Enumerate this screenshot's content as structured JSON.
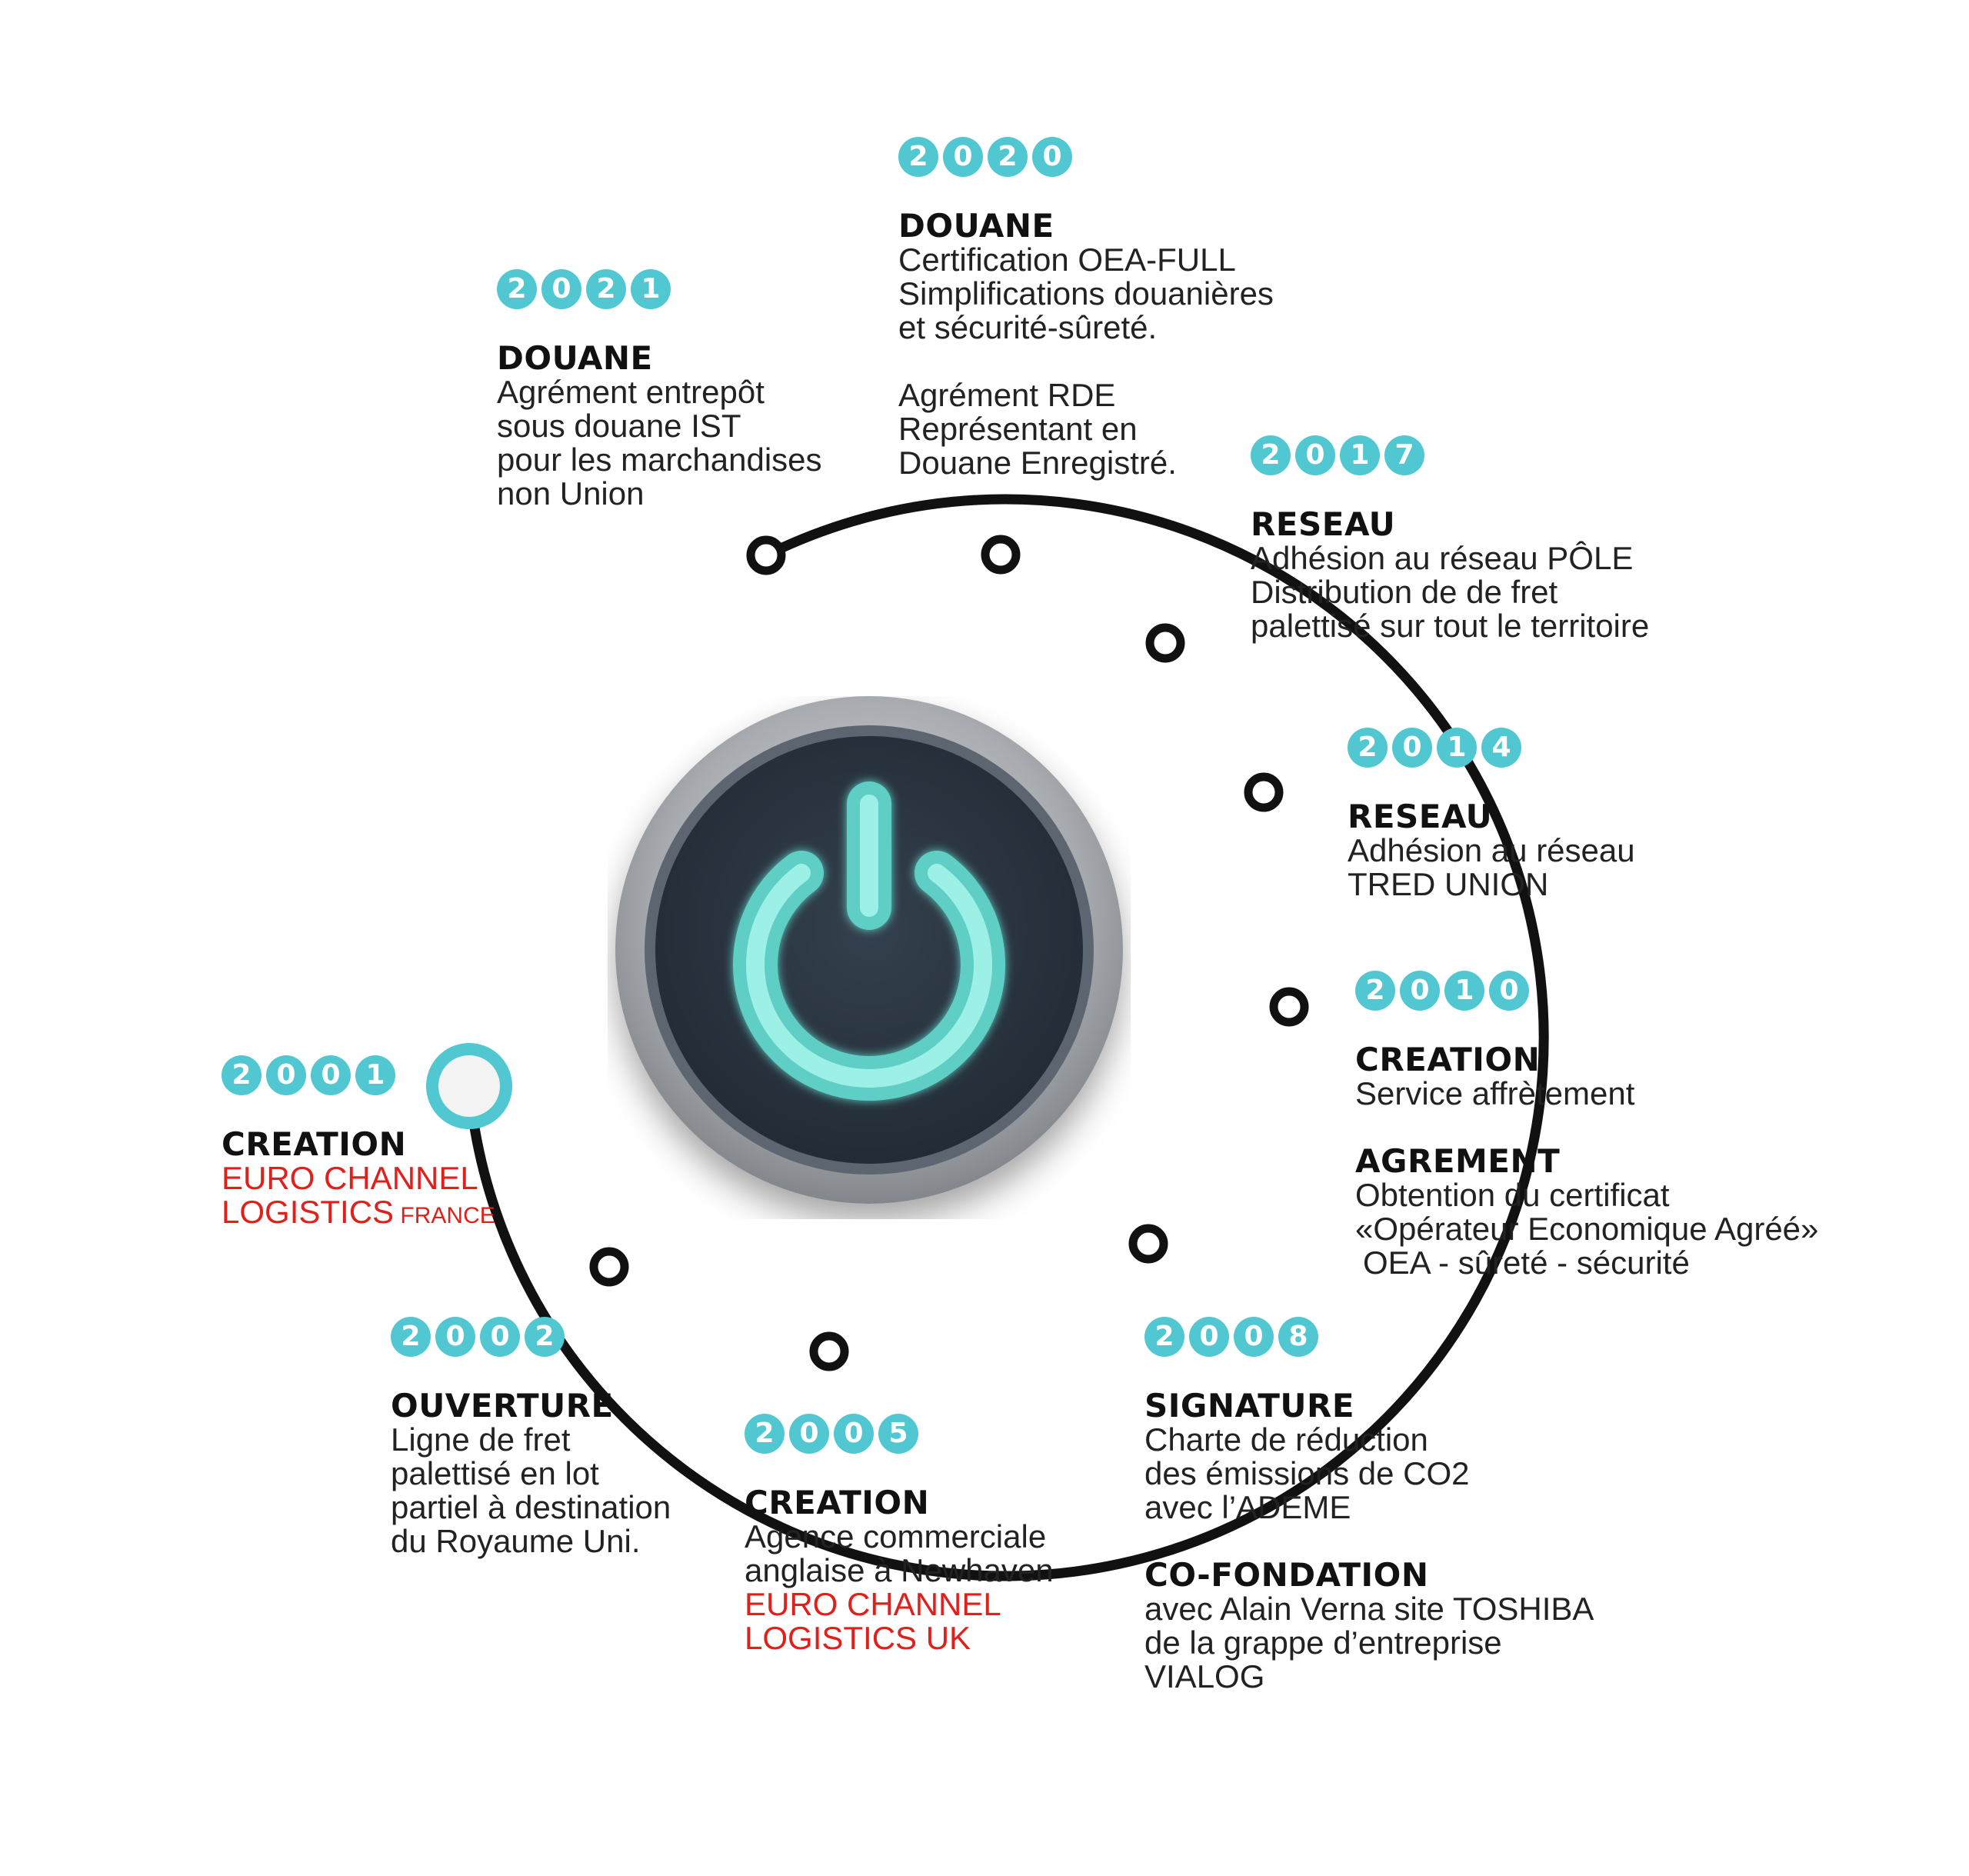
{
  "colors": {
    "year_badge": "#50c7d1",
    "accent_red": "#e1201b",
    "timeline_line": "#111111",
    "power_glow": "#7fe3da",
    "button_face": "#2b3744"
  },
  "icons": {
    "center": "power-icon"
  },
  "events": [
    {
      "year": "2001",
      "sections": [
        {
          "title": "CREATION",
          "lines": [
            {
              "text": "EURO CHANNEL",
              "accent": "red"
            },
            {
              "text": "LOGISTICS",
              "suffix": "FRANCE",
              "accent": "red"
            }
          ]
        }
      ]
    },
    {
      "year": "2002",
      "sections": [
        {
          "title": "OUVERTURE",
          "lines": [
            {
              "text": "Ligne de fret"
            },
            {
              "text": "palettisé en lot"
            },
            {
              "text": "partiel à destination"
            },
            {
              "text": "du Royaume Uni."
            }
          ]
        }
      ]
    },
    {
      "year": "2005",
      "sections": [
        {
          "title": "CREATION",
          "lines": [
            {
              "text": "Agence commerciale"
            },
            {
              "text": "anglaise à Newhaven"
            },
            {
              "text": "EURO CHANNEL",
              "accent": "red"
            },
            {
              "text": "LOGISTICS UK",
              "accent": "red"
            }
          ]
        }
      ]
    },
    {
      "year": "2008",
      "sections": [
        {
          "title": "SIGNATURE",
          "lines": [
            {
              "text": "Charte de réduction"
            },
            {
              "text": "des émissions de CO2"
            },
            {
              "text": "avec l’ADEME"
            }
          ]
        },
        {
          "title": "CO-FONDATION",
          "lines": [
            {
              "text": "avec Alain Verna site TOSHIBA"
            },
            {
              "text": "de la grappe d’entreprise"
            },
            {
              "text": "VIALOG"
            }
          ]
        }
      ]
    },
    {
      "year": "2010",
      "sections": [
        {
          "title": "CREATION",
          "lines": [
            {
              "text": "Service affrètement"
            }
          ]
        },
        {
          "title": "AGREMENT",
          "lines": [
            {
              "text": "Obtention du certificat"
            },
            {
              "text": "«Opérateur Economique Agréé»"
            },
            {
              "text": "OEA - sûreté - sécurité",
              "indent": true
            }
          ]
        }
      ]
    },
    {
      "year": "2014",
      "sections": [
        {
          "title": "RESEAU",
          "lines": [
            {
              "text": "Adhésion au réseau"
            },
            {
              "text": "TRED UNION"
            }
          ]
        }
      ]
    },
    {
      "year": "2017",
      "sections": [
        {
          "title": "RESEAU",
          "lines": [
            {
              "text": "Adhésion au réseau PÔLE"
            },
            {
              "text": "Distribution de de fret"
            },
            {
              "text": "palettisé sur tout le territoire"
            }
          ]
        }
      ]
    },
    {
      "year": "2020",
      "sections": [
        {
          "title": "DOUANE",
          "lines": [
            {
              "text": "Certification OEA-FULL"
            },
            {
              "text": "Simplifications douanières"
            },
            {
              "text": "et sécurité-sûreté."
            }
          ]
        },
        {
          "title": "",
          "lines": [
            {
              "text": "Agrément RDE"
            },
            {
              "text": "Représentant en"
            },
            {
              "text": "Douane Enregistré."
            }
          ]
        }
      ]
    },
    {
      "year": "2021",
      "sections": [
        {
          "title": "DOUANE",
          "lines": [
            {
              "text": "Agrément entrepôt"
            },
            {
              "text": "sous douane IST"
            },
            {
              "text": "pour les marchandises"
            },
            {
              "text": "non Union"
            }
          ]
        }
      ]
    }
  ]
}
